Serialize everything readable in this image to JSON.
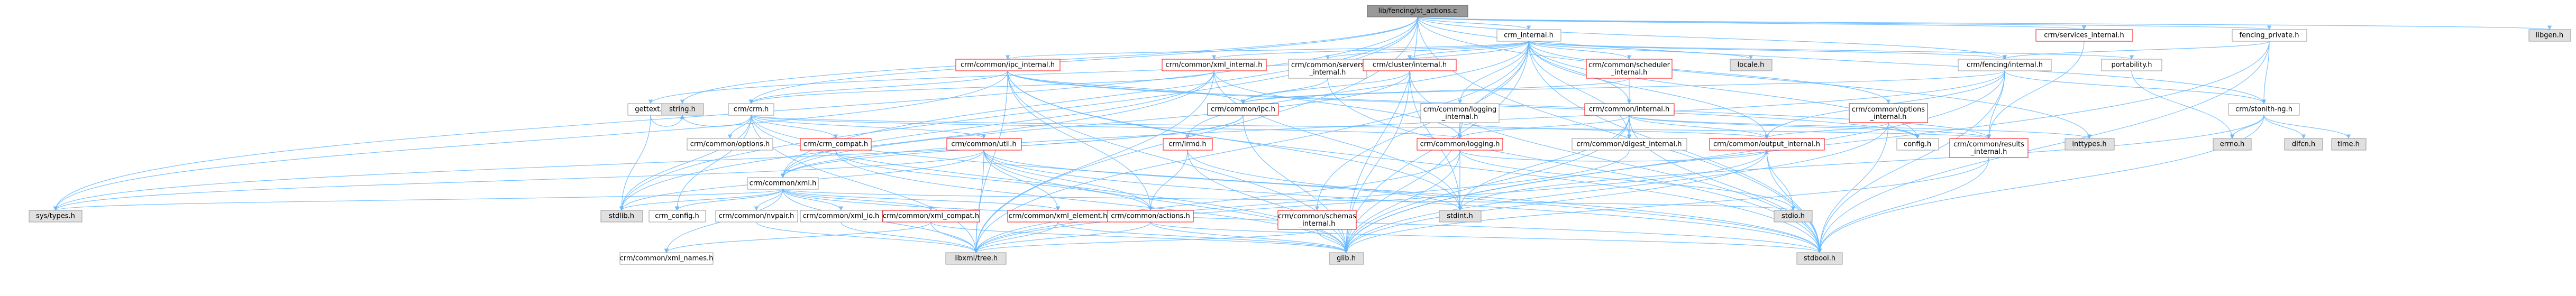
{
  "graph": {
    "nodes": [
      {
        "id": "root",
        "label": "lib/fencing/st_actions.c",
        "style": "root",
        "l": 1,
        "c": 2680
      },
      {
        "id": "crm_internal",
        "label": "crm_internal.h",
        "style": "white",
        "l": 2,
        "c": 2890
      },
      {
        "id": "crm_services_internal",
        "label": "crm/services_internal.h",
        "style": "red",
        "l": 2,
        "c": 3940
      },
      {
        "id": "fencing_private",
        "label": "fencing_private.h",
        "style": "white",
        "l": 2,
        "c": 4290
      },
      {
        "id": "libgen",
        "label": "libgen.h",
        "style": "grey",
        "l": 2,
        "c": 4820
      },
      {
        "id": "crm_common_ipc_internal",
        "label": "crm/common/ipc_internal.h",
        "style": "red",
        "l": 3,
        "c": 1905
      },
      {
        "id": "crm_common_xml_internal",
        "label": "crm/common/xml_internal.h",
        "style": "red",
        "l": 3,
        "c": 2295
      },
      {
        "id": "crm_common_servers_internal",
        "label": "crm/common/servers\n_internal.h",
        "style": "white",
        "l": 3,
        "c": 2510
      },
      {
        "id": "crm_cluster_internal",
        "label": "crm/cluster/internal.h",
        "style": "red",
        "l": 3,
        "c": 2665
      },
      {
        "id": "crm_common_scheduler_internal",
        "label": "crm/common/scheduler\n_internal.h",
        "style": "red",
        "l": 3,
        "c": 3080
      },
      {
        "id": "locale",
        "label": "locale.h",
        "style": "grey",
        "l": 3,
        "c": 3310
      },
      {
        "id": "crm_fencing_internal",
        "label": "crm/fencing/internal.h",
        "style": "white",
        "l": 3,
        "c": 3790
      },
      {
        "id": "portability",
        "label": "portability.h",
        "style": "white",
        "l": 3,
        "c": 4030
      },
      {
        "id": "gettext",
        "label": "gettext.h",
        "style": "white",
        "l": 4,
        "c": 1230
      },
      {
        "id": "crm_common_ipc",
        "label": "crm/common/ipc.h",
        "style": "red",
        "l": 4,
        "c": 2350
      },
      {
        "id": "crm_common_logging_internal",
        "label": "crm/common/logging\n_internal.h",
        "style": "white",
        "l": 4,
        "c": 2760
      },
      {
        "id": "crm_common_internal",
        "label": "crm/common/internal.h",
        "style": "red",
        "l": 4,
        "c": 3080
      },
      {
        "id": "crm_common_options_internal",
        "label": "crm/common/options\n_internal.h",
        "style": "red",
        "l": 4,
        "c": 3570
      },
      {
        "id": "crm_stonith_ng",
        "label": "crm/stonith-ng.h",
        "style": "white",
        "l": 4,
        "c": 4280
      },
      {
        "id": "crm_crm",
        "label": "crm/crm.h",
        "style": "white",
        "l": 4,
        "c": 1420
      },
      {
        "id": "crm_common_options",
        "label": "crm/common/options.h",
        "style": "white",
        "l": 5,
        "c": 1380
      },
      {
        "id": "crm_crm_compat",
        "label": "crm/crm_compat.h",
        "style": "red",
        "l": 5,
        "c": 1580
      },
      {
        "id": "crm_common_util",
        "label": "crm/common/util.h",
        "style": "red",
        "l": 5,
        "c": 1860
      },
      {
        "id": "crm_lrmd",
        "label": "crm/lrmd.h",
        "style": "red",
        "l": 5,
        "c": 2245
      },
      {
        "id": "crm_common_logging",
        "label": "crm/common/logging.h",
        "style": "red",
        "l": 5,
        "c": 2760
      },
      {
        "id": "crm_common_digest_internal",
        "label": "crm/common/digest_internal.h",
        "style": "white",
        "l": 5,
        "c": 3080
      },
      {
        "id": "crm_common_output_internal",
        "label": "crm/common/output_internal.h",
        "style": "red",
        "l": 5,
        "c": 3340
      },
      {
        "id": "crm_common_results_internal",
        "label": "crm/common/results\n_internal.h",
        "style": "red",
        "l": 5,
        "c": 3760
      },
      {
        "id": "config",
        "label": "config.h",
        "style": "white",
        "l": 5,
        "c": 3625
      },
      {
        "id": "inttypes",
        "label": "inttypes.h",
        "style": "grey",
        "l": 5,
        "c": 3950
      },
      {
        "id": "errno",
        "label": "errno.h",
        "style": "grey",
        "l": 5,
        "c": 4220
      },
      {
        "id": "dlfcn",
        "label": "dlfcn.h",
        "style": "grey",
        "l": 5,
        "c": 4355
      },
      {
        "id": "time",
        "label": "time.h",
        "style": "grey",
        "l": 5,
        "c": 4440
      },
      {
        "id": "string",
        "label": "string.h",
        "style": "grey",
        "l": 4,
        "c": 1290
      },
      {
        "id": "crm_common_xml",
        "label": "crm/common/xml.h",
        "style": "white",
        "l": 6,
        "c": 1480
      },
      {
        "id": "sys_types",
        "label": "sys/types.h",
        "style": "grey",
        "l": 7,
        "c": 105
      },
      {
        "id": "stdlib",
        "label": "stdlib.h",
        "style": "grey",
        "l": 7,
        "c": 1175
      },
      {
        "id": "crm_config",
        "label": "crm_config.h",
        "style": "white",
        "l": 7,
        "c": 1280
      },
      {
        "id": "crm_common_nvpair",
        "label": "crm/common/nvpair.h",
        "style": "white",
        "l": 7,
        "c": 1430
      },
      {
        "id": "crm_common_xml_io",
        "label": "crm/common/xml_io.h",
        "style": "white",
        "l": 7,
        "c": 1590
      },
      {
        "id": "crm_common_xml_compat",
        "label": "crm/common/xml_compat.h",
        "style": "red",
        "l": 7,
        "c": 1760
      },
      {
        "id": "crm_common_xml_element",
        "label": "crm/common/xml_element.h",
        "style": "red",
        "l": 7,
        "c": 2000
      },
      {
        "id": "crm_common_actions",
        "label": "crm/common/actions.h",
        "style": "red",
        "l": 7,
        "c": 2175
      },
      {
        "id": "crm_common_schemas_internal",
        "label": "crm/common/schemas\n_internal.h",
        "style": "red",
        "l": 7,
        "c": 2490
      },
      {
        "id": "stdint",
        "label": "stdint.h",
        "style": "grey",
        "l": 7,
        "c": 2760
      },
      {
        "id": "stdio",
        "label": "stdio.h",
        "style": "grey",
        "l": 7,
        "c": 3390
      },
      {
        "id": "crm_common_xml_names",
        "label": "crm/common/xml_names.h",
        "style": "white",
        "l": 8,
        "c": 1260
      },
      {
        "id": "libxml_tree",
        "label": "libxml/tree.h",
        "style": "grey",
        "l": 8,
        "c": 1845
      },
      {
        "id": "glib",
        "label": "glib.h",
        "style": "grey",
        "l": 8,
        "c": 2545
      },
      {
        "id": "stdbool",
        "label": "stdbool.h",
        "style": "grey",
        "l": 8,
        "c": 3440
      }
    ],
    "edges": [
      [
        "root",
        "crm_internal"
      ],
      [
        "root",
        "crm_services_internal"
      ],
      [
        "root",
        "fencing_private"
      ],
      [
        "root",
        "libgen"
      ],
      [
        "root",
        "inttypes"
      ],
      [
        "root",
        "stdbool"
      ],
      [
        "root",
        "sys_types"
      ],
      [
        "root",
        "stdlib"
      ],
      [
        "root",
        "string"
      ],
      [
        "root",
        "glib"
      ],
      [
        "root",
        "crm_crm"
      ],
      [
        "root",
        "crm_common_xml"
      ],
      [
        "root",
        "crm_stonith_ng"
      ],
      [
        "root",
        "crm_fencing_internal"
      ],
      [
        "root",
        "libxml_tree"
      ],
      [
        "crm_internal",
        "config"
      ],
      [
        "crm_internal",
        "portability"
      ],
      [
        "crm_internal",
        "glib"
      ],
      [
        "crm_internal",
        "stdbool"
      ],
      [
        "crm_internal",
        "libxml_tree"
      ],
      [
        "crm_internal",
        "crm_common_logging"
      ],
      [
        "crm_internal",
        "crm_common_logging_internal"
      ],
      [
        "crm_internal",
        "crm_common_ipc_internal"
      ],
      [
        "crm_internal",
        "crm_common_options_internal"
      ],
      [
        "crm_internal",
        "crm_common_output_internal"
      ],
      [
        "crm_internal",
        "crm_common_xml_internal"
      ],
      [
        "crm_internal",
        "crm_common_internal"
      ],
      [
        "crm_internal",
        "locale"
      ],
      [
        "crm_internal",
        "gettext"
      ],
      [
        "crm_internal",
        "crm_common_servers_internal"
      ],
      [
        "crm_internal",
        "crm_cluster_internal"
      ],
      [
        "crm_internal",
        "crm_common_scheduler_internal"
      ],
      [
        "crm_internal",
        "crm_common_digest_internal"
      ],
      [
        "crm_internal",
        "crm_common_schemas_internal"
      ],
      [
        "crm_internal",
        "crm_lrmd"
      ],
      [
        "crm_internal",
        "crm_fencing_internal"
      ],
      [
        "crm_services_internal",
        "crm_common_results_internal"
      ],
      [
        "fencing_private",
        "crm_stonith_ng"
      ],
      [
        "fencing_private",
        "crm_fencing_internal"
      ],
      [
        "fencing_private",
        "glib"
      ],
      [
        "fencing_private",
        "stdbool"
      ],
      [
        "crm_common_ipc_internal",
        "stdbool"
      ],
      [
        "crm_common_ipc_internal",
        "stdint"
      ],
      [
        "crm_common_ipc_internal",
        "sys_types"
      ],
      [
        "crm_common_ipc_internal",
        "glib"
      ],
      [
        "crm_common_ipc_internal",
        "libxml_tree"
      ],
      [
        "crm_common_ipc_internal",
        "crm_common_ipc"
      ],
      [
        "crm_common_ipc_internal",
        "crm_common_actions"
      ],
      [
        "crm_common_ipc_internal",
        "crm_common_results_internal"
      ],
      [
        "crm_common_ipc_internal",
        "crm_crm"
      ],
      [
        "crm_common_ipc_internal",
        "config"
      ],
      [
        "crm_common_xml_internal",
        "crm_common_logging"
      ],
      [
        "crm_common_xml_internal",
        "crm_common_xml"
      ],
      [
        "crm_common_xml_internal",
        "stdlib"
      ],
      [
        "crm_common_xml_internal",
        "stdint"
      ],
      [
        "crm_common_xml_internal",
        "libxml_tree"
      ],
      [
        "crm_common_xml_internal",
        "crm_crm"
      ],
      [
        "crm_common_servers_internal",
        "crm_common_ipc"
      ],
      [
        "crm_common_servers_internal",
        "stdbool"
      ],
      [
        "crm_cluster_internal",
        "stdbool"
      ],
      [
        "crm_cluster_internal",
        "stdint"
      ],
      [
        "crm_cluster_internal",
        "glib"
      ],
      [
        "crm_cluster_internal",
        "crm_common_ipc"
      ],
      [
        "crm_cluster_internal",
        "crm_common_xml"
      ],
      [
        "crm_common_scheduler_internal",
        "crm_common_digest_internal"
      ],
      [
        "crm_common_scheduler_internal",
        "crm_common_ipc"
      ],
      [
        "crm_fencing_internal",
        "glib"
      ],
      [
        "crm_fencing_internal",
        "crm_common_ipc"
      ],
      [
        "crm_fencing_internal",
        "crm_common_output_internal"
      ],
      [
        "crm_fencing_internal",
        "crm_common_results_internal"
      ],
      [
        "crm_fencing_internal",
        "crm_stonith_ng"
      ],
      [
        "crm_fencing_internal",
        "stdbool"
      ],
      [
        "crm_fencing_internal",
        "crm_common_xml"
      ],
      [
        "portability",
        "errno"
      ],
      [
        "gettext",
        "stdlib"
      ],
      [
        "gettext",
        "string"
      ],
      [
        "crm_common_ipc",
        "sys_types"
      ],
      [
        "crm_common_ipc",
        "crm_common_xml"
      ],
      [
        "crm_common_ipc",
        "glib"
      ],
      [
        "crm_common_logging_internal",
        "glib"
      ],
      [
        "crm_common_logging_internal",
        "crm_common_logging"
      ],
      [
        "crm_common_logging_internal",
        "crm_common_output_internal"
      ],
      [
        "crm_common_internal",
        "glib"
      ],
      [
        "crm_common_internal",
        "stdbool"
      ],
      [
        "crm_common_internal",
        "crm_common_output_internal"
      ],
      [
        "crm_common_internal",
        "crm_common_digest_internal"
      ],
      [
        "crm_common_internal",
        "crm_common_logging"
      ],
      [
        "crm_common_internal",
        "inttypes"
      ],
      [
        "crm_common_internal",
        "stdint"
      ],
      [
        "crm_common_internal",
        "crm_common_results_internal"
      ],
      [
        "crm_common_options_internal",
        "glib"
      ],
      [
        "crm_common_options_internal",
        "stdbool"
      ],
      [
        "crm_common_options_internal",
        "crm_common_output_internal"
      ],
      [
        "crm_common_options_internal",
        "config"
      ],
      [
        "crm_stonith_ng",
        "dlfcn"
      ],
      [
        "crm_stonith_ng",
        "errno"
      ],
      [
        "crm_stonith_ng",
        "stdbool"
      ],
      [
        "crm_stonith_ng",
        "stdint"
      ],
      [
        "crm_stonith_ng",
        "time"
      ],
      [
        "crm_crm",
        "crm_config"
      ],
      [
        "crm_crm",
        "stdlib"
      ],
      [
        "crm_crm",
        "glib"
      ],
      [
        "crm_crm",
        "stdbool"
      ],
      [
        "crm_crm",
        "string"
      ],
      [
        "crm_crm",
        "libxml_tree"
      ],
      [
        "crm_crm",
        "crm_common_options"
      ],
      [
        "crm_crm",
        "crm_common_results_internal"
      ],
      [
        "crm_crm",
        "crm_common_logging"
      ],
      [
        "crm_crm",
        "crm_common_util"
      ],
      [
        "crm_crm",
        "crm_crm_compat"
      ],
      [
        "crm_crm_compat",
        "glib"
      ],
      [
        "crm_crm_compat",
        "crm_common_actions"
      ],
      [
        "crm_common_util",
        "sys_types"
      ],
      [
        "crm_common_util",
        "stdlib"
      ],
      [
        "crm_common_util",
        "stdbool"
      ],
      [
        "crm_common_util",
        "stdint"
      ],
      [
        "crm_common_util",
        "glib"
      ],
      [
        "crm_common_util",
        "libxml_tree"
      ],
      [
        "crm_common_util",
        "crm_common_actions"
      ],
      [
        "crm_common_util",
        "crm_common_xml_element"
      ],
      [
        "crm_lrmd",
        "stdbool"
      ],
      [
        "crm_lrmd",
        "glib"
      ],
      [
        "crm_lrmd",
        "crm_common_actions"
      ],
      [
        "crm_common_logging",
        "stdio"
      ],
      [
        "crm_common_logging",
        "stdint"
      ],
      [
        "crm_common_logging",
        "glib"
      ],
      [
        "crm_common_logging",
        "libxml_tree"
      ],
      [
        "crm_common_logging",
        "crm_common_output_internal"
      ],
      [
        "crm_common_digest_internal",
        "libxml_tree"
      ],
      [
        "crm_common_output_internal",
        "stdio"
      ],
      [
        "crm_common_output_internal",
        "libxml_tree"
      ],
      [
        "crm_common_output_internal",
        "glib"
      ],
      [
        "crm_common_output_internal",
        "stdbool"
      ],
      [
        "crm_common_results_internal",
        "glib"
      ],
      [
        "crm_common_results_internal",
        "stdbool"
      ],
      [
        "crm_common_xml",
        "stdio"
      ],
      [
        "crm_common_xml",
        "sys_types"
      ],
      [
        "crm_common_xml",
        "stdlib"
      ],
      [
        "crm_common_xml",
        "stdbool"
      ],
      [
        "crm_common_xml",
        "libxml_tree"
      ],
      [
        "crm_common_xml",
        "crm_common_nvpair"
      ],
      [
        "crm_common_xml",
        "crm_common_xml_io"
      ],
      [
        "crm_common_xml",
        "crm_common_xml_names"
      ],
      [
        "crm_common_xml",
        "crm_common_xml_compat"
      ],
      [
        "crm_common_xml",
        "crm_common_xml_element"
      ],
      [
        "crm_common_xml",
        "crm_config"
      ],
      [
        "crm_common_nvpair",
        "libxml_tree"
      ],
      [
        "crm_common_xml_io",
        "libxml_tree"
      ],
      [
        "crm_common_xml_compat",
        "glib"
      ],
      [
        "crm_common_xml_compat",
        "libxml_tree"
      ],
      [
        "crm_common_xml_compat",
        "crm_common_xml_names"
      ],
      [
        "crm_common_xml_element",
        "libxml_tree"
      ],
      [
        "crm_common_xml_element",
        "glib"
      ],
      [
        "crm_common_actions",
        "glib"
      ],
      [
        "crm_common_actions",
        "stdbool"
      ],
      [
        "crm_common_actions",
        "libxml_tree"
      ],
      [
        "crm_common_schemas_internal",
        "glib"
      ],
      [
        "crm_common_schemas_internal",
        "libxml_tree"
      ]
    ]
  }
}
